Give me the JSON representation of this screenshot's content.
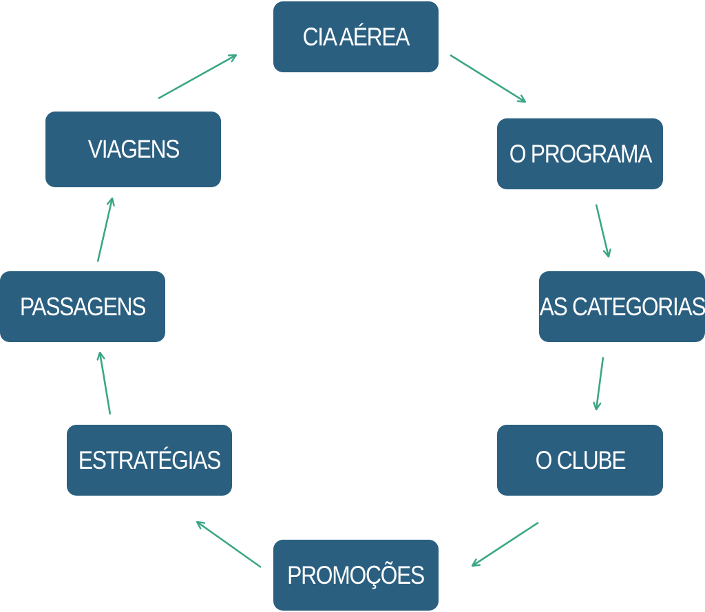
{
  "nodes": {
    "cia_aerea": "CIA AÉREA",
    "o_programa": "O PROGRAMA",
    "as_categorias": "AS CATEGORIAS",
    "o_clube": "O CLUBE",
    "promocoes": "PROMOÇÕES",
    "estrategias": "ESTRATÉGIAS",
    "passagens": "PASSAGENS",
    "viagens": "VIAGENS"
  },
  "colors": {
    "box": "#2b5f80",
    "text": "#ffffff",
    "arrow": "#3aa685"
  }
}
